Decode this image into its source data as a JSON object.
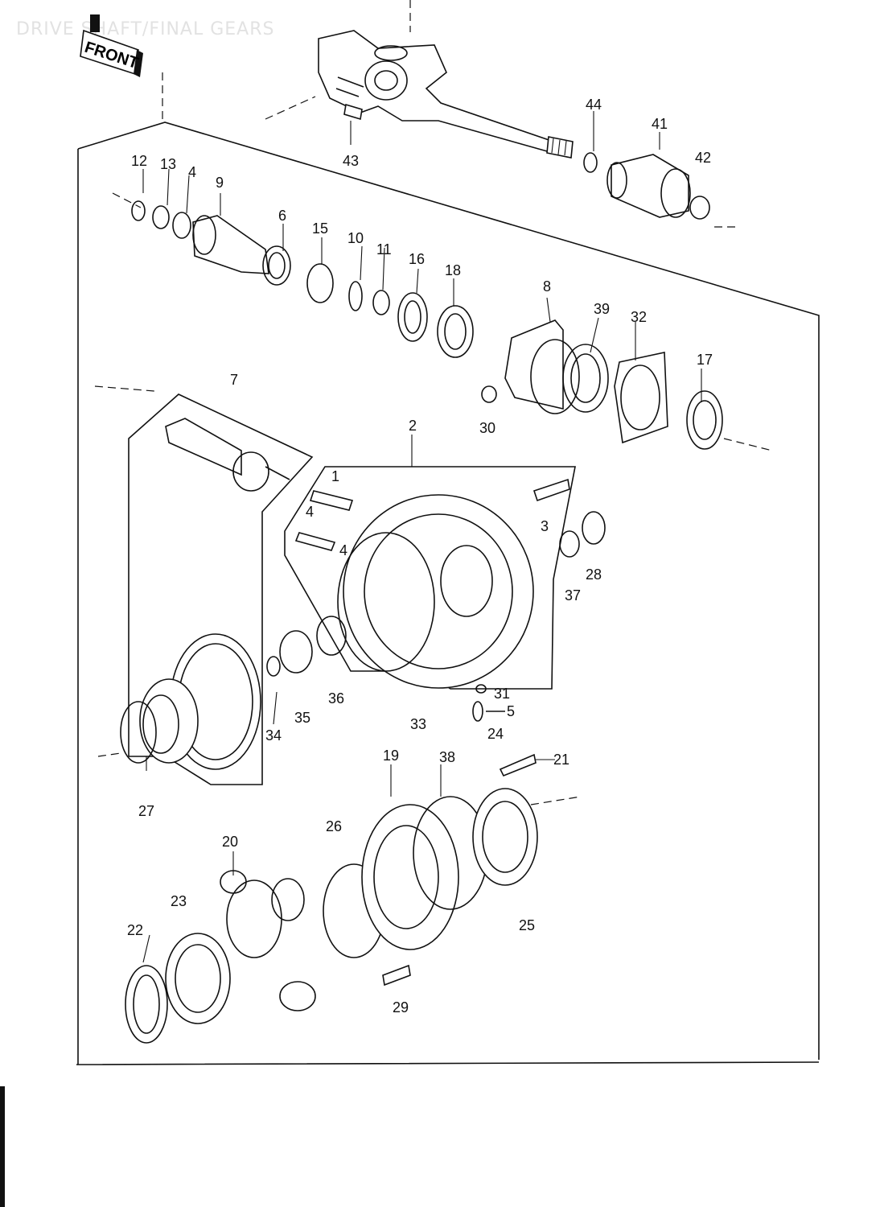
{
  "title": "DRIVE SHAFT/FINAL GEARS",
  "front_badge": "FRONT",
  "callouts": {
    "c1": "1",
    "c2": "2",
    "c3": "3",
    "c4": "4",
    "c4b": "4",
    "c5": "5",
    "c6": "6",
    "c7": "7",
    "c8": "8",
    "c9": "9",
    "c10": "10",
    "c11": "11",
    "c12": "12",
    "c13": "13",
    "c14": "4",
    "c15": "15",
    "c16": "16",
    "c17": "17",
    "c18": "18",
    "c19": "19",
    "c20": "20",
    "c21": "21",
    "c22": "22",
    "c23": "23",
    "c24": "24",
    "c25": "25",
    "c26": "26",
    "c27": "27",
    "c28": "28",
    "c29": "29",
    "c30": "30",
    "c31": "31",
    "c32": "32",
    "c33": "33",
    "c34": "34",
    "c35": "35",
    "c36": "36",
    "c37": "37",
    "c38": "38",
    "c39": "39",
    "c41": "41",
    "c42": "42",
    "c43": "43",
    "c44": "44"
  }
}
